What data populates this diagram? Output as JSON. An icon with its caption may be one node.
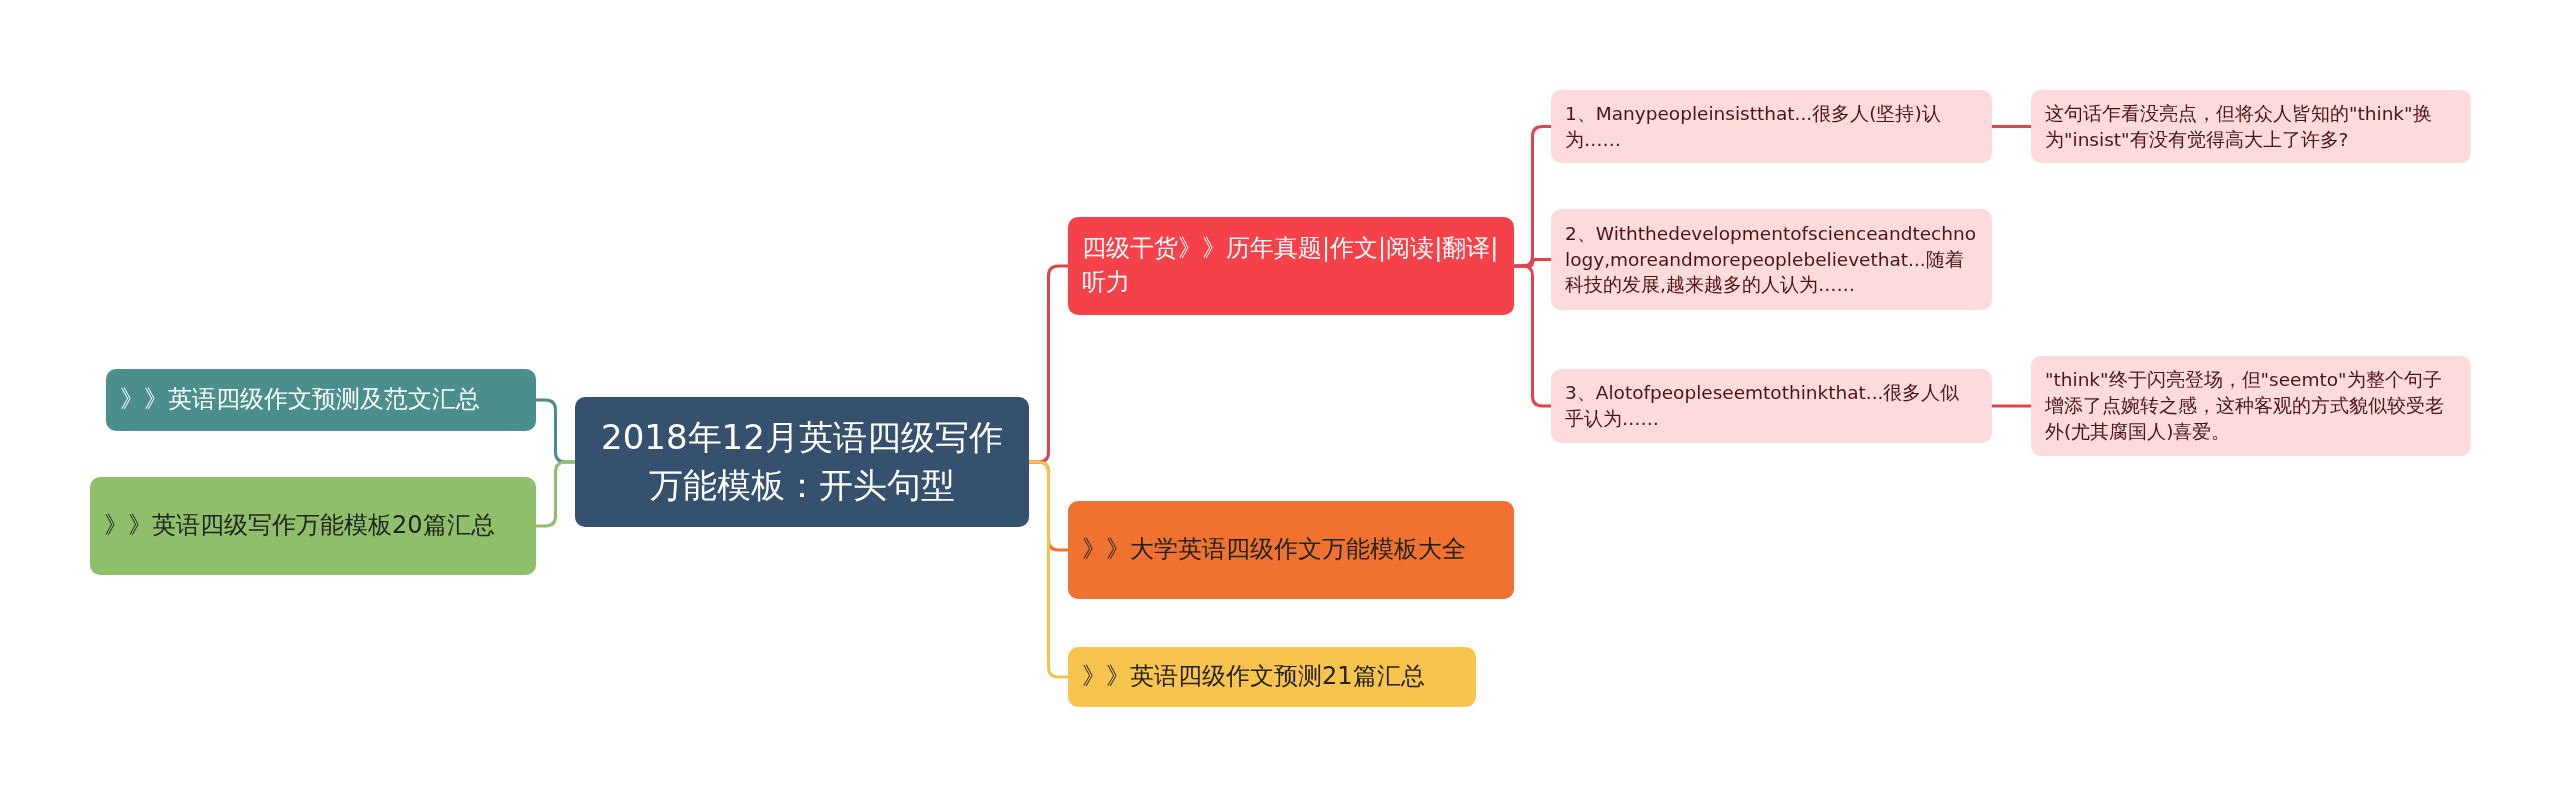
{
  "diagram": {
    "nodes": [
      {
        "text": [
          "2018年12月英语四级写作万能模板：开头句型"
        ]
      },
      {
        "text": [
          "》》英语四级作文预测及范文汇总"
        ]
      },
      {
        "text": [
          "》》英语四级写作万能模板20篇汇总"
        ]
      },
      {
        "text": [
          "四级干货》》历年真题|作文|阅读|翻译|听力"
        ]
      },
      {
        "text": [
          "》》大学英语四级作文万能模板大全"
        ]
      },
      {
        "text": [
          "》》英语四级作文预测21篇汇总"
        ]
      },
      {
        "text": [
          "1、Manypeopleinsistthat...很多人(坚持)认为……"
        ]
      },
      {
        "text": [
          "2、Withthedevelopmentofscienceandtechnology,moreandmorepeoplebelievethat...随着科技的发展,越来越多的人认为……"
        ]
      },
      {
        "text": [
          "3、Alotofpeopleseemtothinkthat...很多人似乎认为……"
        ]
      },
      {
        "text": [
          "这句话乍看没亮点，但将众人皆知的\"think\"换为\"insist\"有没有觉得高大上了许多?"
        ]
      },
      {
        "text": [
          "\"think\"终于闪亮登场，但\"seemto\"为整个句子增添了点婉转之感，这种客观的方式貌似较受老外(尤其腐国人)喜爱。"
        ]
      }
    ],
    "edges": [
      {
        "from": 0,
        "to": 1,
        "arrow": "none",
        "color": "#4a8f8c"
      },
      {
        "from": 0,
        "to": 2,
        "arrow": "none",
        "color": "#8fbf6a"
      },
      {
        "from": 0,
        "to": 3,
        "arrow": "none"
      },
      {
        "from": 0,
        "to": 4,
        "arrow": "none",
        "color": "#ef7230"
      },
      {
        "from": 0,
        "to": 5,
        "arrow": "none",
        "color": "#f5c44e"
      },
      {
        "from": 3,
        "to": 6,
        "arrow": "none"
      },
      {
        "from": 3,
        "to": 7,
        "arrow": "none"
      },
      {
        "from": 3,
        "to": 8,
        "arrow": "none"
      },
      {
        "from": 6,
        "to": 9,
        "arrow": "none"
      },
      {
        "from": 8,
        "to": 10,
        "arrow": "none"
      }
    ]
  }
}
